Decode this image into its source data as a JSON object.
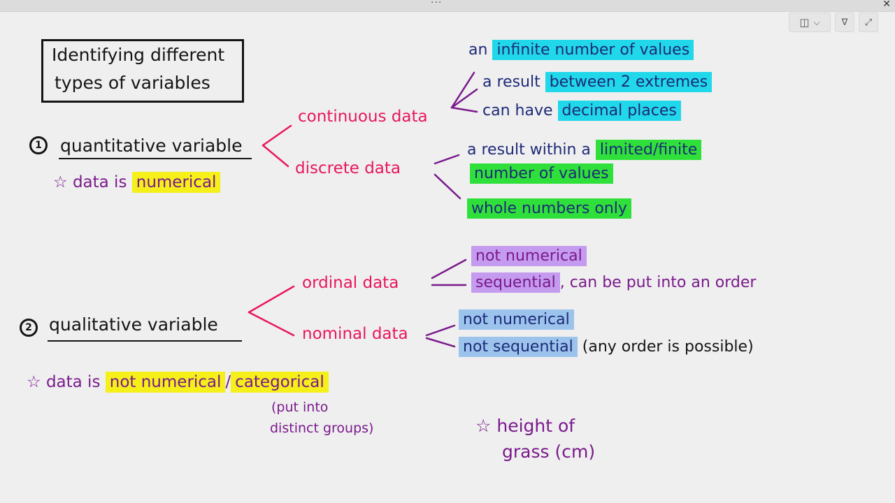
{
  "window": {
    "drag_handle": "···",
    "close_glyph": "✕",
    "toolbar": {
      "layout_icon": "◫",
      "chevron": "⌵",
      "filter_icon": "∇",
      "expand_icon": "⤢"
    }
  },
  "colors": {
    "ink_black": "#141414",
    "ink_pink": "#e8175d",
    "ink_purple": "#7a1a8c",
    "ink_navy": "#1e2a78",
    "hl_cyan": "#21d7ea",
    "hl_green": "#2fe03a",
    "hl_yellow": "#f5ef1a",
    "hl_lavender": "#c49bee",
    "hl_lightblue": "#9bc3ec"
  },
  "title": {
    "line1": "Identifying different",
    "line2": "types of variables"
  },
  "quantitative": {
    "number": "1",
    "label": "quantitative variable",
    "note_star": "☆",
    "note_prefix": "data is",
    "note_highlight": "numerical",
    "continuous": {
      "label": "continuous data",
      "points": [
        {
          "prefix": "an",
          "highlight": "infinite number of values"
        },
        {
          "prefix": "a result",
          "highlight": "between 2 extremes"
        },
        {
          "prefix": "can have",
          "highlight": "decimal places"
        }
      ]
    },
    "discrete": {
      "label": "discrete data",
      "point1_prefix": "a result within a",
      "point1_highlight_a": "limited/finite",
      "point1_highlight_b": "number of values",
      "point2_highlight": "whole numbers only"
    }
  },
  "qualitative": {
    "number": "2",
    "label": "qualitative variable",
    "note_star": "☆",
    "note_prefix": "data is",
    "note_highlight_a": "not numerical",
    "note_slash": "/",
    "note_highlight_b": "categorical",
    "note_sub_line1": "(put into",
    "note_sub_line2": "distinct groups)",
    "ordinal": {
      "label": "ordinal data",
      "point1_highlight": "not numerical",
      "point2_highlight": "sequential",
      "point2_suffix": ", can be put into an order"
    },
    "nominal": {
      "label": "nominal data",
      "point1_highlight": "not numerical",
      "point2_highlight": "not sequential",
      "point2_suffix": "(any order is possible)"
    }
  },
  "example": {
    "star": "☆",
    "line1": "height of",
    "line2": "grass (cm)"
  }
}
